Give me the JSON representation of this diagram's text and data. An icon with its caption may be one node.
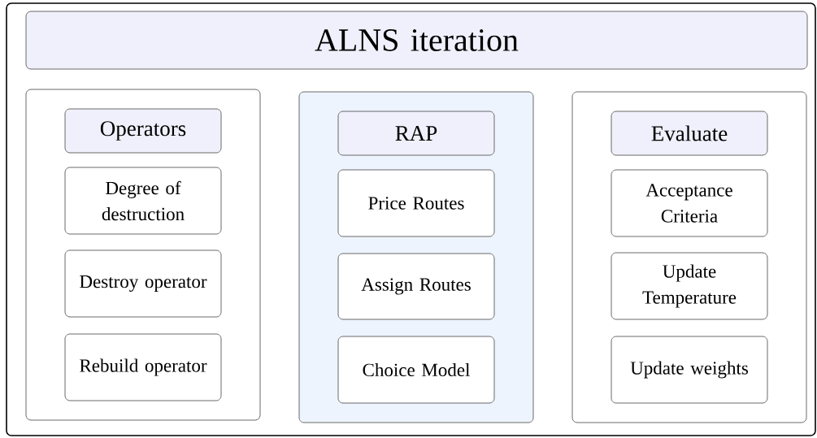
{
  "diagram": {
    "nodes": [
      {
        "text": [],
        "shape": "box"
      },
      {
        "text": [
          "ALNS iteration"
        ],
        "in": 0
      },
      {
        "text": [],
        "shape": "box",
        "in": 0
      },
      {
        "text": [
          "Operators"
        ],
        "in": 2
      },
      {
        "text": [
          "Degree of destruction"
        ],
        "in": 2
      },
      {
        "text": [
          "Destroy operator"
        ],
        "in": 2
      },
      {
        "text": [
          "Rebuild operator"
        ],
        "in": 2
      },
      {
        "text": [],
        "shape": "box",
        "in": 0
      },
      {
        "text": [
          "RAP"
        ],
        "in": 7
      },
      {
        "text": [
          "Price Routes"
        ],
        "in": 7
      },
      {
        "text": [
          "Assign Routes"
        ],
        "in": 7
      },
      {
        "text": [
          "Choice Model"
        ],
        "in": 7
      },
      {
        "text": [],
        "shape": "box",
        "in": 0
      },
      {
        "text": [
          "Evaluate"
        ],
        "in": 12
      },
      {
        "text": [
          "Acceptance Criteria"
        ],
        "in": 12
      },
      {
        "text": [
          "Update Temperature"
        ],
        "in": 12
      },
      {
        "text": [
          "Update weights"
        ],
        "in": 12
      }
    ],
    "edges": []
  }
}
